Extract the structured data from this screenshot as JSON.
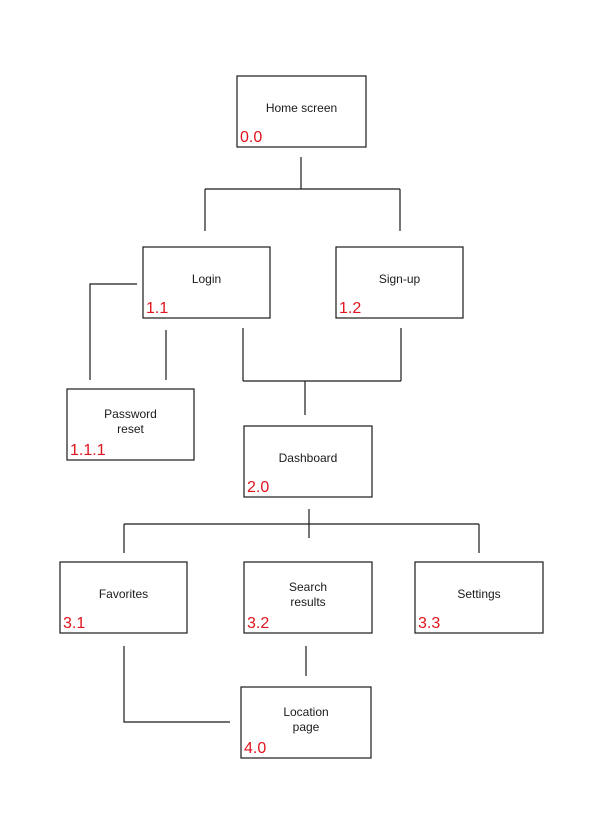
{
  "colors": {
    "line": "#1a1a1a",
    "box_border": "#1a1a1a",
    "box_fill": "#ffffff",
    "id_color": "#e0141e"
  },
  "nodes": [
    {
      "key": "home",
      "lines": [
        "Home screen"
      ],
      "id": "0.0"
    },
    {
      "key": "login",
      "lines": [
        "Login"
      ],
      "id": "1.1"
    },
    {
      "key": "signup",
      "lines": [
        "Sign-up"
      ],
      "id": "1.2"
    },
    {
      "key": "password-reset",
      "lines": [
        "Password",
        "reset"
      ],
      "id": "1.1.1"
    },
    {
      "key": "dashboard",
      "lines": [
        "Dashboard"
      ],
      "id": "2.0"
    },
    {
      "key": "favorites",
      "lines": [
        "Favorites"
      ],
      "id": "3.1"
    },
    {
      "key": "search-results",
      "lines": [
        "Search",
        "results"
      ],
      "id": "3.2"
    },
    {
      "key": "settings",
      "lines": [
        "Settings"
      ],
      "id": "3.3"
    },
    {
      "key": "location-page",
      "lines": [
        "Location",
        "page"
      ],
      "id": "4.0"
    }
  ],
  "edges": [
    {
      "from": "home",
      "to": [
        "login",
        "signup"
      ]
    },
    {
      "from": "login",
      "to": [
        "password-reset"
      ]
    },
    {
      "from": "login",
      "to": [
        "dashboard"
      ]
    },
    {
      "from": "signup",
      "to": [
        "dashboard"
      ]
    },
    {
      "from": "dashboard",
      "to": [
        "favorites",
        "search-results",
        "settings"
      ]
    },
    {
      "from": "favorites",
      "to": [
        "location-page"
      ]
    },
    {
      "from": "search-results",
      "to": [
        "location-page"
      ]
    }
  ]
}
